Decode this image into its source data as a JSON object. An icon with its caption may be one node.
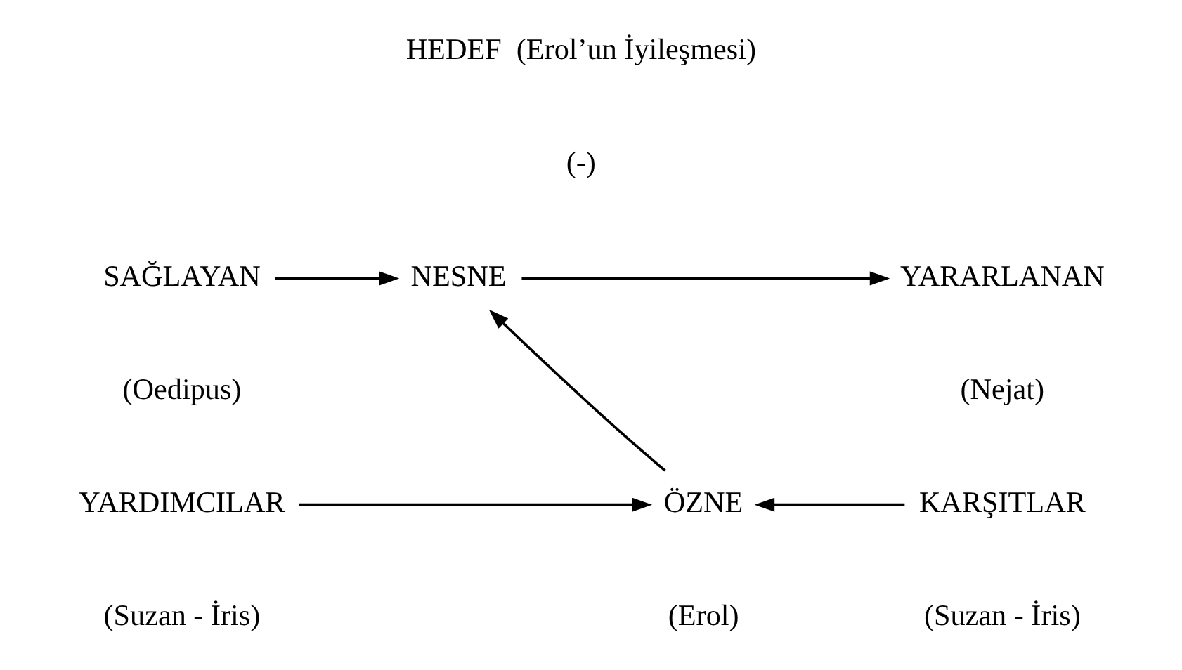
{
  "diagram": {
    "nodes": [
      {
        "text": [
          "SAĞLAYAN"
        ],
        "beside": [
          "(Oedipus)"
        ]
      },
      {
        "text": [
          "NESNE"
        ],
        "beside": [
          "(-)"
        ]
      },
      {
        "text": [
          "YARARLANAN"
        ],
        "beside": [
          "(Nejat)"
        ]
      },
      {
        "text": [
          "YARDIMCILAR"
        ],
        "beside": [
          "(Suzan - İris)"
        ]
      },
      {
        "text": [
          "ÖZNE"
        ],
        "beside": [
          "(Erol)"
        ]
      },
      {
        "text": [
          "KARŞITLAR"
        ],
        "beside": [
          "(Suzan - İris)"
        ]
      }
    ],
    "edges": [
      {
        "from": 0,
        "to": 1,
        "arrow": "to"
      },
      {
        "from": 1,
        "to": 2,
        "arrow": "to"
      },
      {
        "from": 4,
        "to": 1,
        "arrow": "to"
      },
      {
        "from": 3,
        "to": 4,
        "arrow": "to"
      },
      {
        "from": 5,
        "to": 4,
        "arrow": "to"
      }
    ],
    "labels": [
      "HEDEF  (Erol’un İyileşmesi)"
    ]
  }
}
